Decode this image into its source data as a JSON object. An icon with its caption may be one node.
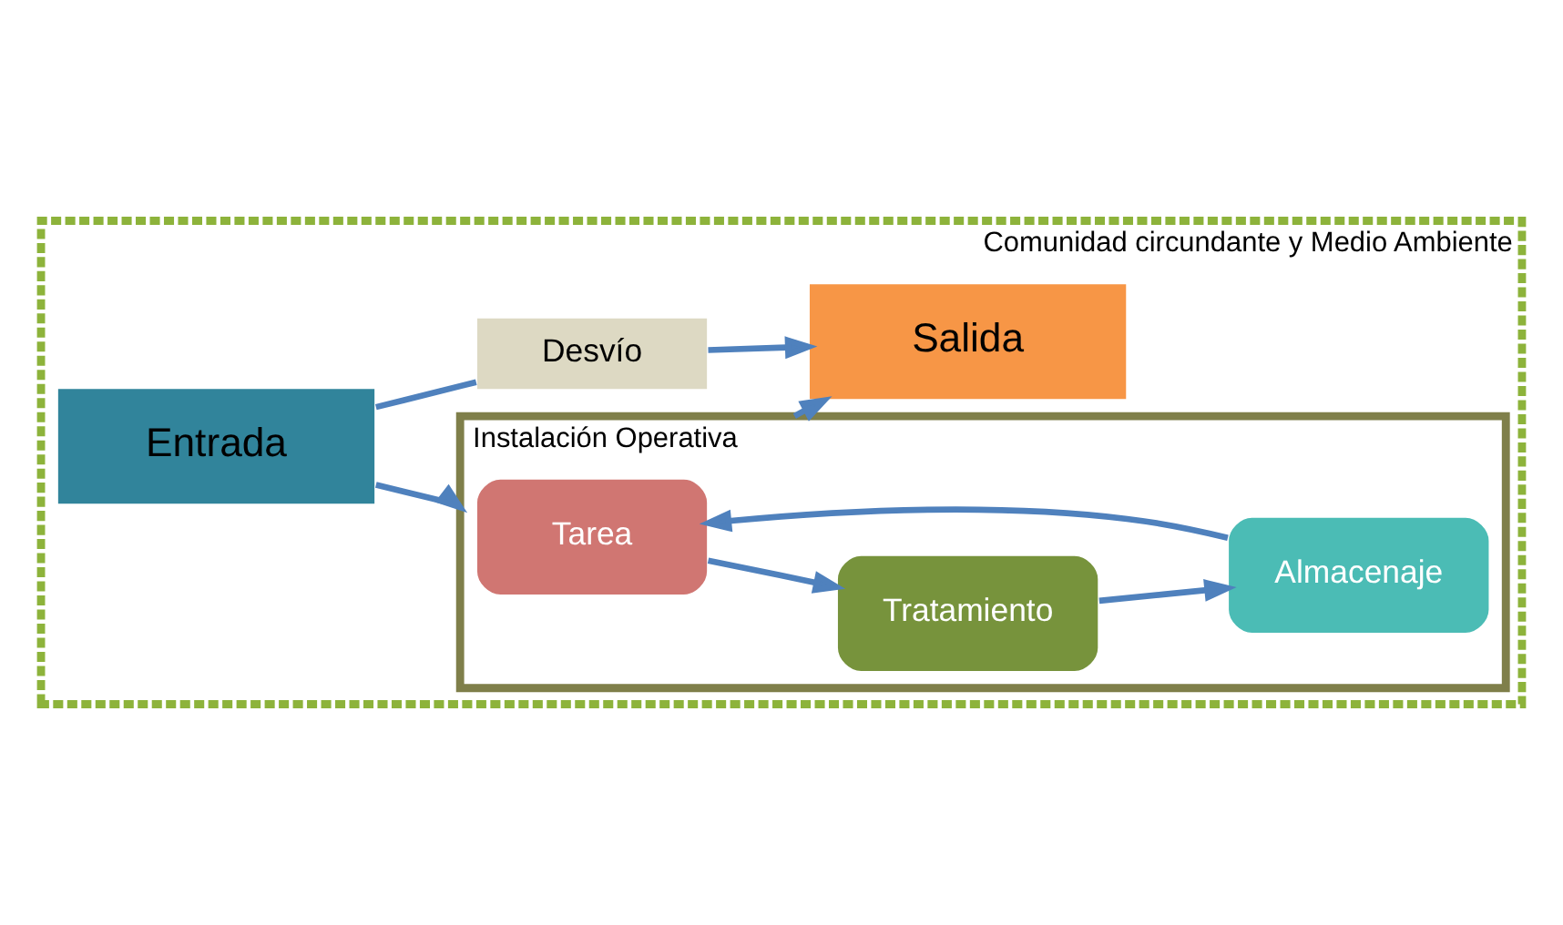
{
  "diagram": {
    "nodes": [
      {
        "text": [
          "Comunidad circundante y Medio Ambiente"
        ]
      },
      {
        "text": [
          "Instalación Operativa"
        ],
        "in": 0
      },
      {
        "text": [
          "Entrada"
        ],
        "in": 0
      },
      {
        "text": [
          "Tarea"
        ],
        "in": 1
      },
      {
        "text": [
          "Salida"
        ],
        "in": 0
      },
      {
        "text": [
          "Almacenaje"
        ],
        "in": 1
      },
      {
        "text": [
          "Tratamiento"
        ],
        "in": 1
      },
      {
        "text": [
          "Desvío"
        ],
        "in": 0
      }
    ],
    "edges": [
      {
        "from": 2,
        "to": 1,
        "arrow": "to"
      },
      {
        "from": 5,
        "to": 3,
        "arrow": "to"
      },
      {
        "from": 3,
        "to": 6,
        "arrow": "to"
      },
      {
        "from": 6,
        "to": 5,
        "arrow": "to"
      },
      {
        "from": 1,
        "to": 4,
        "arrow": "to"
      },
      {
        "from": 2,
        "to": 7,
        "arrow": "none"
      },
      {
        "from": 7,
        "to": 4,
        "arrow": "to"
      }
    ]
  }
}
